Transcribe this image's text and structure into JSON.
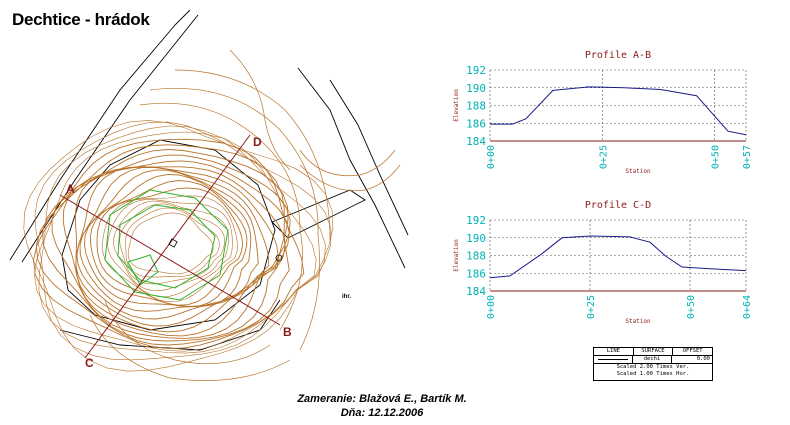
{
  "title": "Dechtice - hrádok",
  "credits": {
    "line1": "Zameranie: Blažová E., Bartík M.",
    "line2": "Dňa: 12.12.2006"
  },
  "map": {
    "section_labels": [
      "A",
      "B",
      "C",
      "D"
    ],
    "small_label": "ihr.",
    "colors": {
      "contour": "#b8732a",
      "section": "#8b1a1a",
      "inner": "#2bb52b",
      "line": "#000000"
    }
  },
  "chart_data": [
    {
      "type": "line",
      "title": "Profile A-B",
      "xlabel": "Station",
      "ylabel": "Elevation",
      "ylim": [
        184,
        192
      ],
      "yticks": [
        184,
        186,
        188,
        190,
        192
      ],
      "xlim": [
        0,
        57
      ],
      "xticks": [
        0,
        25,
        50,
        57
      ],
      "xtick_labels": [
        "0+00",
        "0+25",
        "0+50",
        "0+57"
      ],
      "x": [
        0,
        5,
        8,
        14,
        22,
        30,
        38,
        46,
        53,
        57
      ],
      "y": [
        185.9,
        185.9,
        186.5,
        189.7,
        190.1,
        190.0,
        189.8,
        189.1,
        185.1,
        184.7
      ]
    },
    {
      "type": "line",
      "title": "Profile C-D",
      "xlabel": "Station",
      "ylabel": "Elevation",
      "ylim": [
        184,
        192
      ],
      "yticks": [
        184,
        186,
        188,
        190,
        192
      ],
      "xlim": [
        0,
        64
      ],
      "xticks": [
        0,
        25,
        50,
        64
      ],
      "xtick_labels": [
        "0+00",
        "0+25",
        "0+50",
        "0+64"
      ],
      "x": [
        0,
        5,
        13,
        18,
        25,
        35,
        40,
        44,
        48,
        55,
        64
      ],
      "y": [
        185.5,
        185.7,
        188.2,
        190.0,
        190.2,
        190.1,
        189.5,
        187.9,
        186.7,
        186.5,
        186.3
      ]
    }
  ],
  "legend": {
    "headers": [
      "LINE",
      "SURFACE",
      "OFFSET"
    ],
    "row": [
      "",
      "dechi",
      "0.00"
    ],
    "notes": [
      "Scaled 2.00 Times Ver.",
      "Scaled 1.00 Times Hor."
    ]
  },
  "chart_colors": {
    "profile_line": "#1a1a8c",
    "axis_text": "#00b3b3",
    "title_text": "#8b1a1a",
    "grid": "#555555"
  }
}
